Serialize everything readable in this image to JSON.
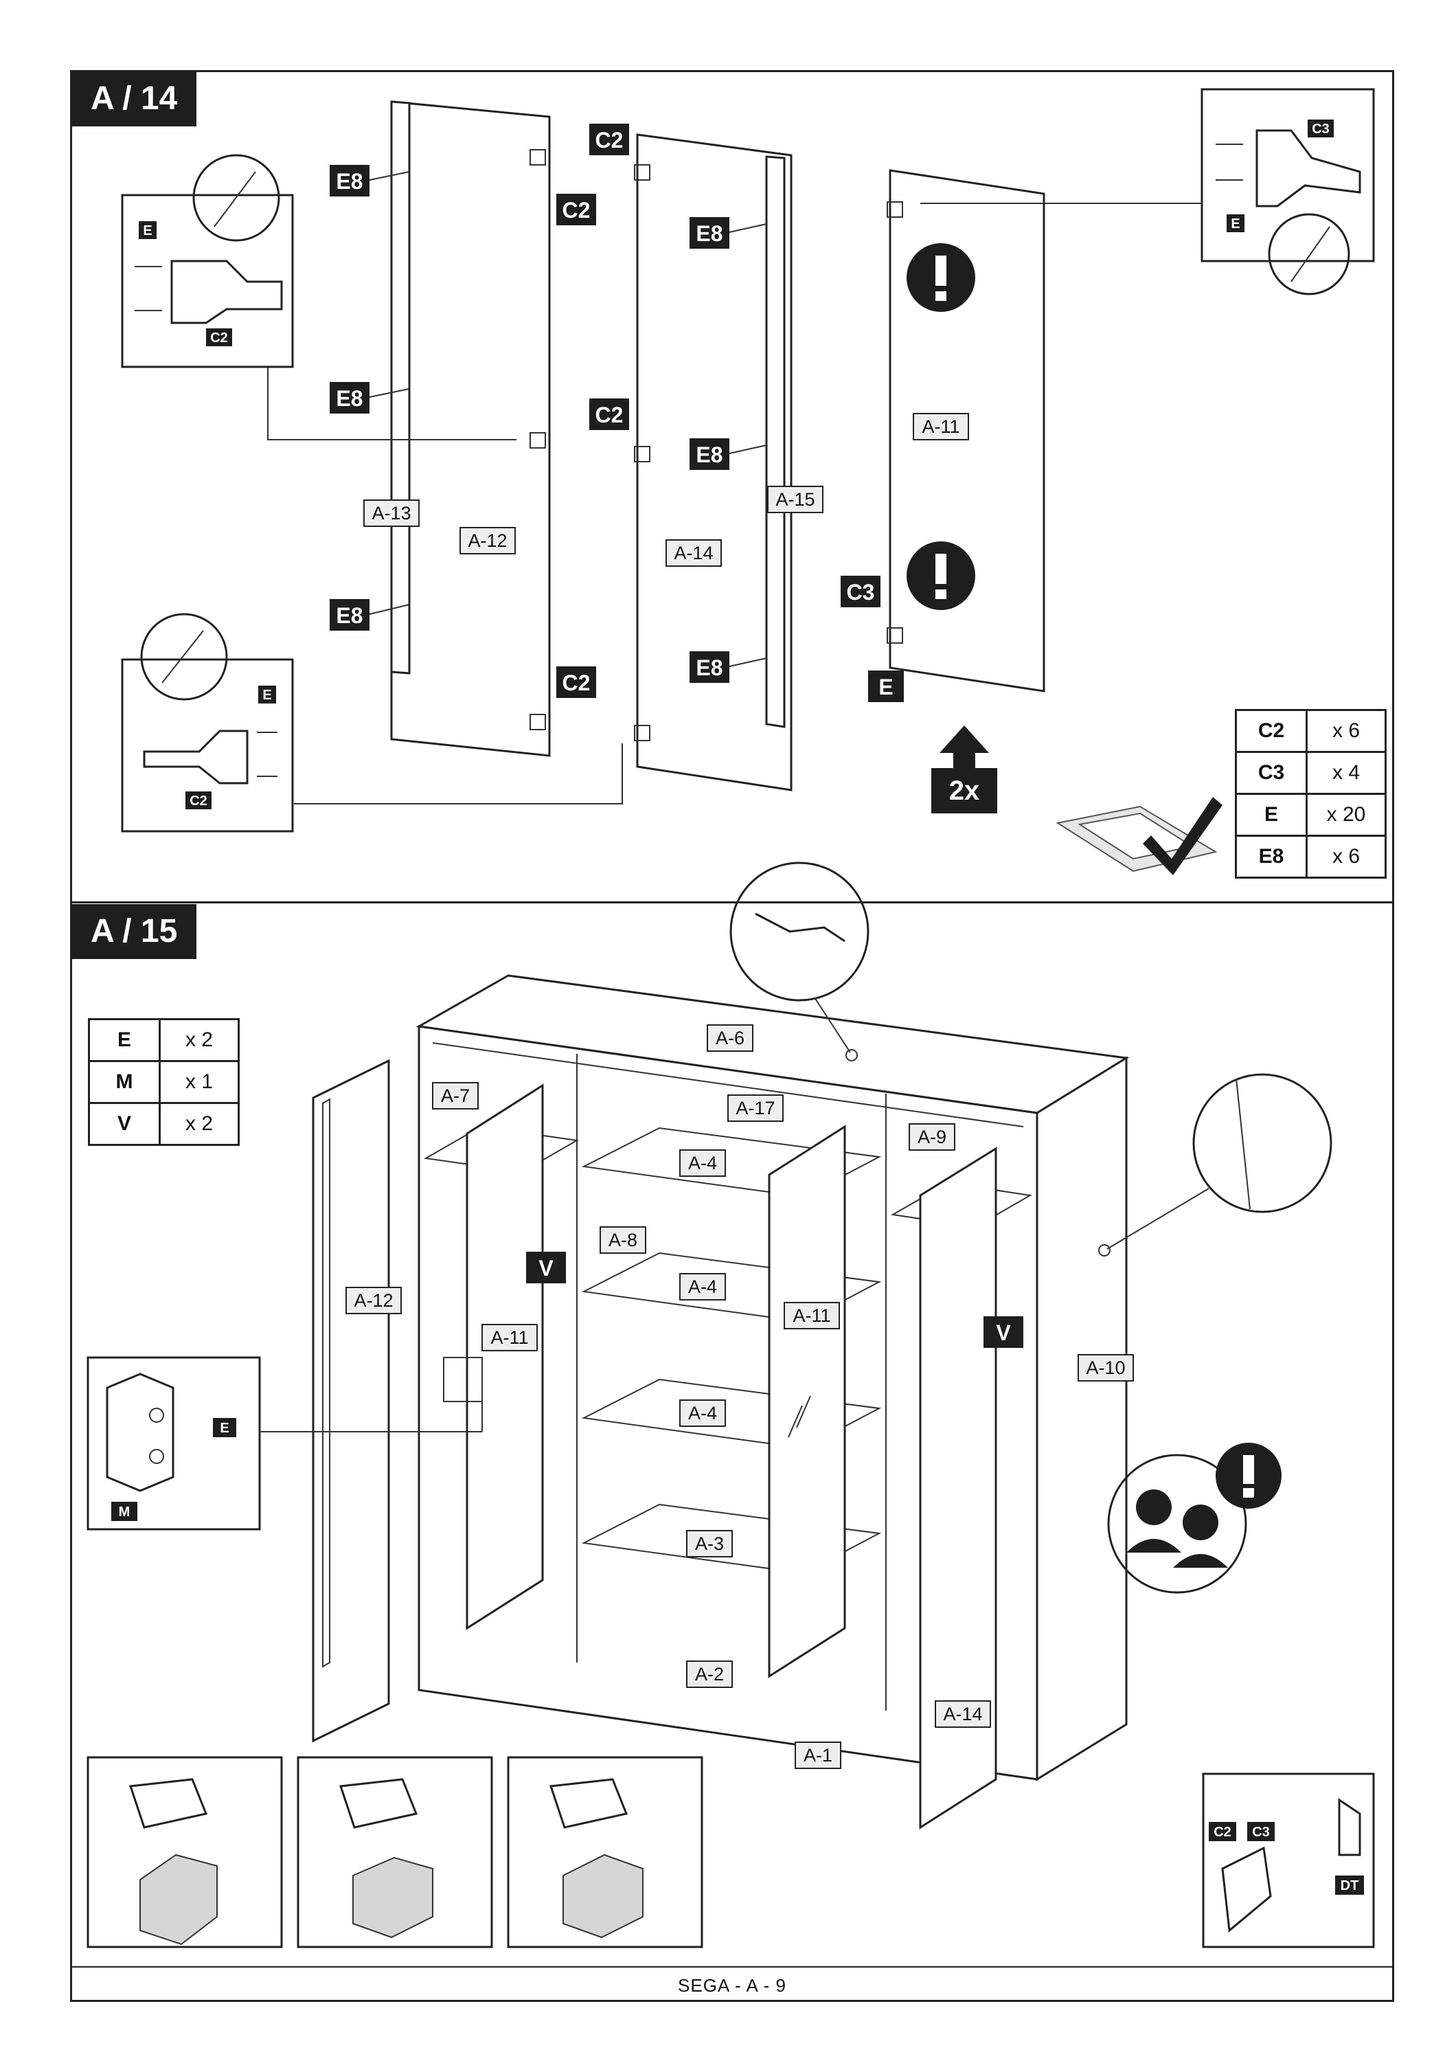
{
  "steps": [
    {
      "label": "A / 14",
      "hardware": [
        {
          "code": "C2",
          "qty": "x 6"
        },
        {
          "code": "C3",
          "qty": "x 4"
        },
        {
          "code": "E",
          "qty": "x 20"
        },
        {
          "code": "E8",
          "qty": "x 6"
        }
      ],
      "callouts": {
        "e8": "E8",
        "c2": "C2",
        "c3": "C3",
        "e": "E",
        "repeat": "2x"
      },
      "panels": {
        "a13": "A-13",
        "a12": "A-12",
        "a14": "A-14",
        "a15": "A-15",
        "a11": "A-11"
      },
      "icons": [
        "warning-icon",
        "arrow-up-icon",
        "checkmark-icon",
        "screwdriver-icon"
      ]
    },
    {
      "label": "A / 15",
      "hardware": [
        {
          "code": "E",
          "qty": "x 2"
        },
        {
          "code": "M",
          "qty": "x 1"
        },
        {
          "code": "V",
          "qty": "x 2"
        }
      ],
      "callouts": {
        "v": "V",
        "e": "E",
        "m": "M",
        "c2": "C2",
        "c3": "C3",
        "dt": "DT"
      },
      "panels": {
        "a6": "A-6",
        "a7": "A-7",
        "a17": "A-17",
        "a9": "A-9",
        "a4": "A-4",
        "a8": "A-8",
        "a12": "A-12",
        "a11": "A-11",
        "a10": "A-10",
        "a3": "A-3",
        "a2": "A-2",
        "a1": "A-1",
        "a14": "A-14"
      },
      "icons": [
        "two-people-icon",
        "warning-icon"
      ]
    }
  ],
  "footer": "SEGA - A - 9"
}
